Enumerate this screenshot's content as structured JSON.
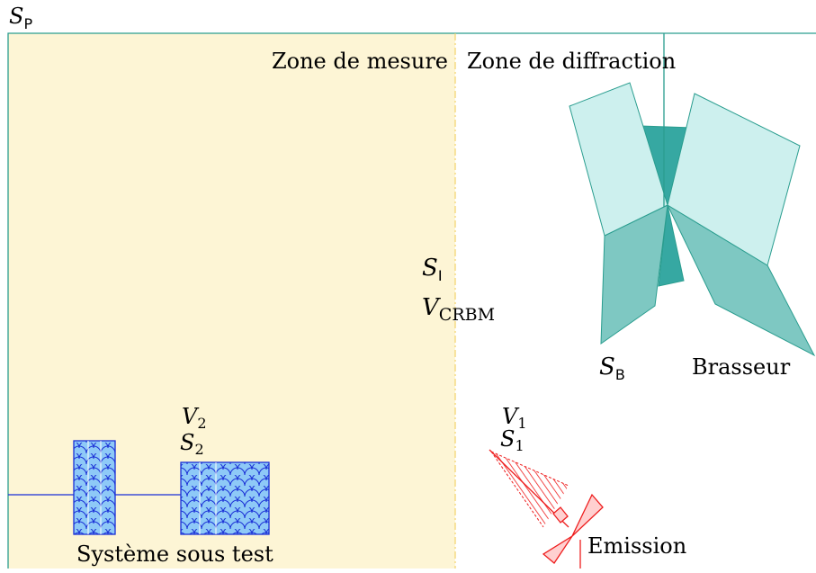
{
  "labels": {
    "sp": {
      "main": "S",
      "sub": "P"
    },
    "zone_mesure": "Zone de mesure",
    "zone_diffraction": "Zone de diffraction",
    "si": {
      "main": "S",
      "sub": "I"
    },
    "vcrbm": {
      "main": "V",
      "sub": "CRBM"
    },
    "sb": {
      "main": "S",
      "sub": "B"
    },
    "brasseur": "Brasseur",
    "v2": {
      "main": "V",
      "sub": "2"
    },
    "s2": {
      "main": "S",
      "sub": "2"
    },
    "v1": {
      "main": "V",
      "sub": "1"
    },
    "s1": {
      "main": "S",
      "sub": "1"
    },
    "systeme": "Système sous test",
    "emission": "Emission"
  },
  "colors": {
    "measurement_zone_fill": "#fdf5d5",
    "enclosure_stroke": "#2a9d8f",
    "stirrer_light": "#cdf0ee",
    "stirrer_mid": "#7ec8c2",
    "stirrer_dark": "#36a8a2",
    "boundary_dash": "#f2d36a",
    "device_fill": "#8ec9f7",
    "device_stroke": "#1a2fd6",
    "emission_red": "#ee1d1d"
  },
  "icons": {
    "stirrer": "mode-stirrer-icon",
    "antenna": "emission-antenna-icon",
    "device": "device-under-test-icon"
  }
}
